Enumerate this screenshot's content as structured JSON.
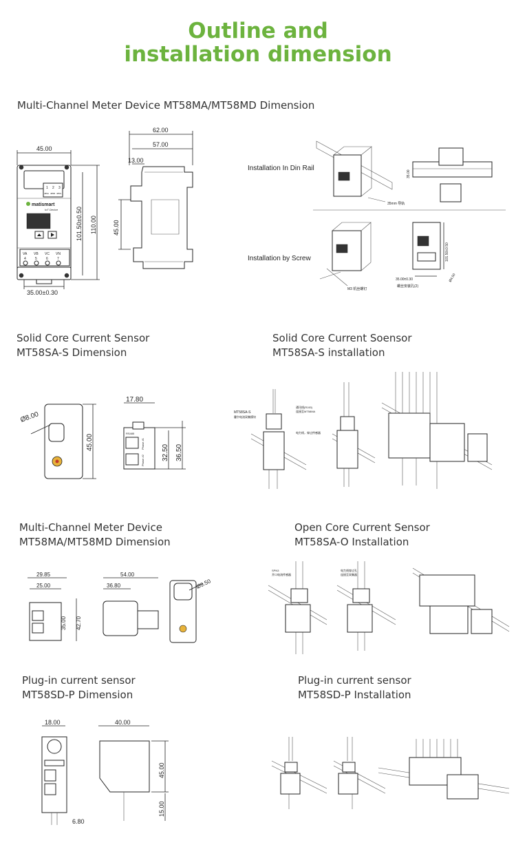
{
  "title": {
    "line1": "Outline and",
    "line2": "installation dimension"
  },
  "sections": {
    "s1": {
      "heading": "Multi-Channel Meter Device MT58MA/MT58MD Dimension"
    },
    "s2": {
      "heading_a": "Solid Core Current Sensor",
      "heading_b": "MT58SA-S Dimension"
    },
    "s3": {
      "heading_a": "Solid Core Current Soensor",
      "heading_b": "MT58SA-S installation"
    },
    "s4": {
      "heading_a": "Multi-Channel Meter Device",
      "heading_b": "MT58MA/MT58MD Dimension"
    },
    "s5": {
      "heading_a": "Open Core Current Sensor",
      "heading_b": "MT58SA-O Installation"
    },
    "s6": {
      "heading_a": "Plug-in current sensor",
      "heading_b": "MT58SD-P Dimension"
    },
    "s7": {
      "heading_a": "Plug-in current sensor",
      "heading_b": "MT58SD-P Installation"
    }
  },
  "meter": {
    "brand": "matismart",
    "brand_sub": "IoT Device",
    "dims": {
      "w45": "45.00",
      "h110": "110.00",
      "h101": "101.50±0.50",
      "w35": "35.00±0.30",
      "w62": "62.00",
      "w57": "57.00",
      "d13": "13.00",
      "h45": "45.00"
    },
    "terminals_top": [
      "1",
      "2",
      "3"
    ],
    "terminals_top_sub": [
      "485A",
      "485B",
      "485G"
    ],
    "terminals_bottom": [
      {
        "t": "VA",
        "n": "4"
      },
      {
        "t": "VB",
        "n": "5"
      },
      {
        "t": "VC",
        "n": "6"
      },
      {
        "t": "VN",
        "n": "7"
      }
    ]
  },
  "install": {
    "din_label": "Installation In Din Rail",
    "screw_label": "Installation by Screw",
    "rail_note": "35mm 导轨",
    "screw_note": "M3 机丝螺钉",
    "d35": "35.00",
    "h101": "101.50±0.50",
    "w35": "35.00±0.30",
    "d4": "Ø4.50",
    "hole_note": "螺丝安装孔(2)"
  },
  "solid": {
    "d8": "Ø8.00",
    "h45": "45.00",
    "w17": "17.80",
    "h32": "32.50",
    "h36": "36.50",
    "port1": "Phase #1",
    "port2": "Phase #2",
    "rs": "RS485"
  },
  "solid_inst": {
    "callout1": "MT58SA-S",
    "callout1b": "霍尔电流采集模块",
    "callout2": "通讯线(RJ45)",
    "callout2b": "连接至MT58MA",
    "callout3": "电力线，穿过传感器"
  },
  "open": {
    "w29": "29.85",
    "w25": "25.00",
    "h35": "35.00",
    "h42": "42.70",
    "w54": "54.00",
    "w36": "36.80",
    "d9": "Ø9.50"
  },
  "open_inst": {
    "callout1": "SPN3",
    "callout1b": "开口电流传感器",
    "callout2": "电力线穿过孔",
    "callout2b": "连接至采集器"
  },
  "plug": {
    "w18": "18.00",
    "w40": "40.00",
    "h45": "45.00",
    "h15": "15.00",
    "w6": "6.80"
  }
}
